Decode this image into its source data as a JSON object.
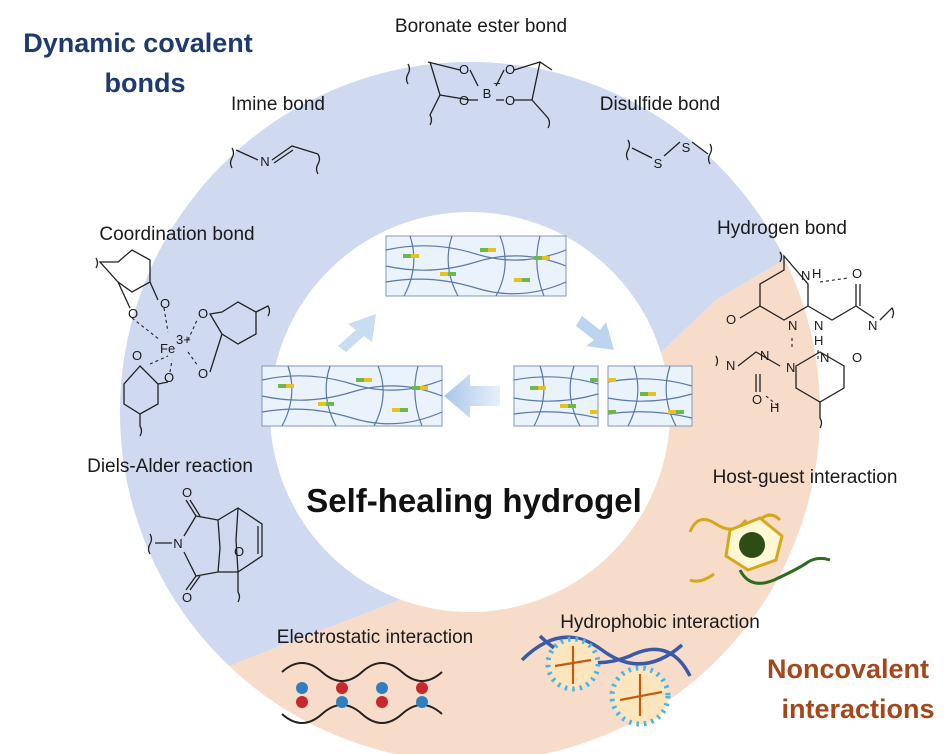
{
  "diagram": {
    "center_title": "Self-healing hydrogel",
    "groups": {
      "covalent": {
        "title_line1": "Dynamic covalent",
        "title_line2": "bonds",
        "color": "#1f3a6e",
        "ring_color": "#cfd9ef"
      },
      "noncovalent": {
        "title_line1": "Noncovalent",
        "title_line2": "interactions",
        "color": "#a4471b",
        "ring_color": "#f8dcca"
      }
    },
    "bonds": [
      {
        "id": "boronate",
        "label": "Boronate ester bond",
        "group": "covalent"
      },
      {
        "id": "imine",
        "label": "Imine bond",
        "group": "covalent"
      },
      {
        "id": "disulfide",
        "label": "Disulfide bond",
        "group": "covalent"
      },
      {
        "id": "coordination",
        "label": "Coordination bond",
        "group": "covalent"
      },
      {
        "id": "diels-alder",
        "label": "Diels-Alder reaction",
        "group": "covalent"
      },
      {
        "id": "hydrogen",
        "label": "Hydrogen bond",
        "group": "noncovalent"
      },
      {
        "id": "host-guest",
        "label": "Host-guest interaction",
        "group": "noncovalent"
      },
      {
        "id": "hydrophobic",
        "label": "Hydrophobic interaction",
        "group": "noncovalent"
      },
      {
        "id": "electrostatic",
        "label": "Electrostatic interaction",
        "group": "noncovalent"
      }
    ],
    "atoms": {
      "O": "O",
      "B": "B",
      "N": "N",
      "S": "S",
      "H": "H",
      "Fe": "Fe",
      "minus": "−",
      "fe_charge": "3+",
      "plus": "+"
    }
  }
}
